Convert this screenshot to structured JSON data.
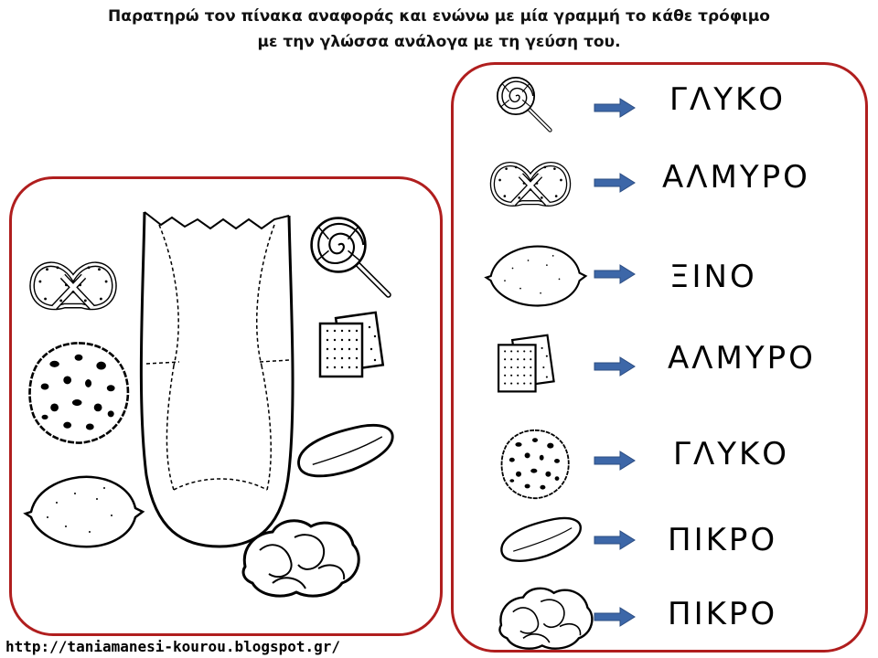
{
  "instructions": {
    "line1": "Παρατηρώ τον πίνακα αναφοράς και ενώνω με μία γραμμή το κάθε τρόφιμο",
    "line2": "με την γλώσσα ανάλογα με τη γεύση του."
  },
  "reference_table": {
    "rows": [
      {
        "food": "lollipop-icon",
        "taste": "ΓΛΥΚΟ"
      },
      {
        "food": "pretzel-icon",
        "taste": "ΑΛΜΥΡΟ"
      },
      {
        "food": "lemon-icon",
        "taste": "ΞΙΝΟ"
      },
      {
        "food": "crackers-icon",
        "taste": "ΑΛΜΥΡΟ"
      },
      {
        "food": "cookie-icon",
        "taste": "ΓΛΥΚΟ"
      },
      {
        "food": "pickle-icon",
        "taste": "ΠΙΚΡΟ"
      },
      {
        "food": "lettuce-icon",
        "taste": "ΠΙΚΡΟ"
      }
    ]
  },
  "colors": {
    "frame": "#b01e1e",
    "arrow": "#3d67a8"
  },
  "footer": {
    "url": "http://taniamanesi-kourou.blogspot.gr/"
  }
}
